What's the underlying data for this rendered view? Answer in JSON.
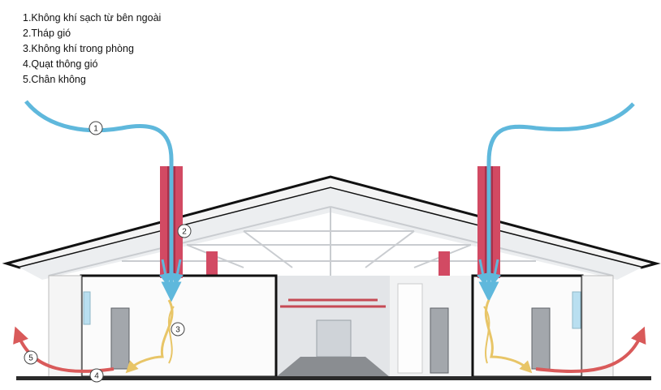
{
  "legend": {
    "items": [
      "1.Không khí sạch từ bên ngoài",
      "2.Tháp gió",
      "3.Không khí trong phòng",
      "4.Quạt thông gió",
      "5.Chân không"
    ]
  },
  "callouts": {
    "c1": "1",
    "c2": "2",
    "c3": "3",
    "c4": "4",
    "c5": "5"
  },
  "colors": {
    "fresh_air": "#5fb8dc",
    "wind_tower": "#d24a63",
    "room_air": "#e8c567",
    "exhaust": "#d95a5a",
    "roof_edge": "#111111"
  }
}
